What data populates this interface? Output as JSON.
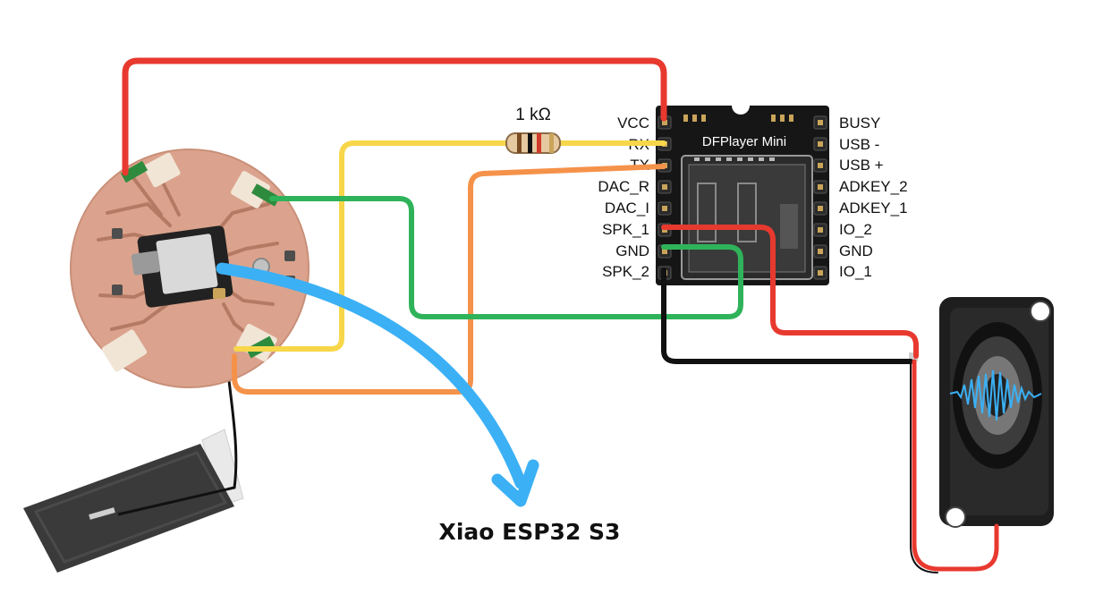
{
  "resistor": {
    "label": "1 kΩ"
  },
  "dfplayer": {
    "title": "DFPlayer Mini",
    "left_pins": [
      "VCC",
      "RX",
      "TX",
      "DAC_R",
      "DAC_I",
      "SPK_1",
      "GND",
      "SPK_2"
    ],
    "right_pins": [
      "BUSY",
      "USB -",
      "USB +",
      "ADKEY_2",
      "ADKEY_1",
      "IO_2",
      "GND",
      "IO_1"
    ]
  },
  "board": {
    "caption": "Xiao ESP32 S3"
  },
  "colors": {
    "vcc_wire": "#e8392f",
    "rx_wire": "#f7d64a",
    "tx_wire": "#f5924a",
    "gnd_wire": "#2fb35a",
    "spk_pos_wire": "#e8392f",
    "spk_neg_wire": "#111111",
    "pointer_arrow": "#3bb0f5",
    "pcb": "#dca58f"
  }
}
